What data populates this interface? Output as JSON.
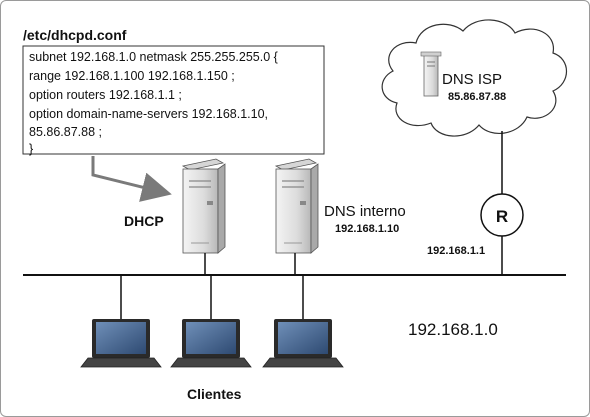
{
  "config": {
    "filename": "/etc/dhcpd.conf",
    "lines": [
      "subnet 192.168.1.0 netmask 255.255.255.0 {",
      "range 192.168.1.100 192.168.1.150 ;",
      "option routers 192.168.1.1 ;",
      "option domain-name-servers 192.168.1.10,",
      "85.86.87.88 ;",
      "}"
    ]
  },
  "dhcp": {
    "label": "DHCP"
  },
  "dns_internal": {
    "label": "DNS interno",
    "ip": "192.168.1.10"
  },
  "dns_isp": {
    "label": "DNS ISP",
    "ip": "85.86.87.88"
  },
  "router": {
    "label": "R",
    "ip": "192.168.1.1"
  },
  "network": {
    "label": "192.168.1.0"
  },
  "clients": {
    "label": "Clientes",
    "count": 3
  },
  "colors": {
    "line": "#111111",
    "server_body": "#e6e6e6",
    "server_side": "#c8c8c8",
    "laptop_screen": "#3f5f8a",
    "arrow": "#7a7a7a"
  }
}
